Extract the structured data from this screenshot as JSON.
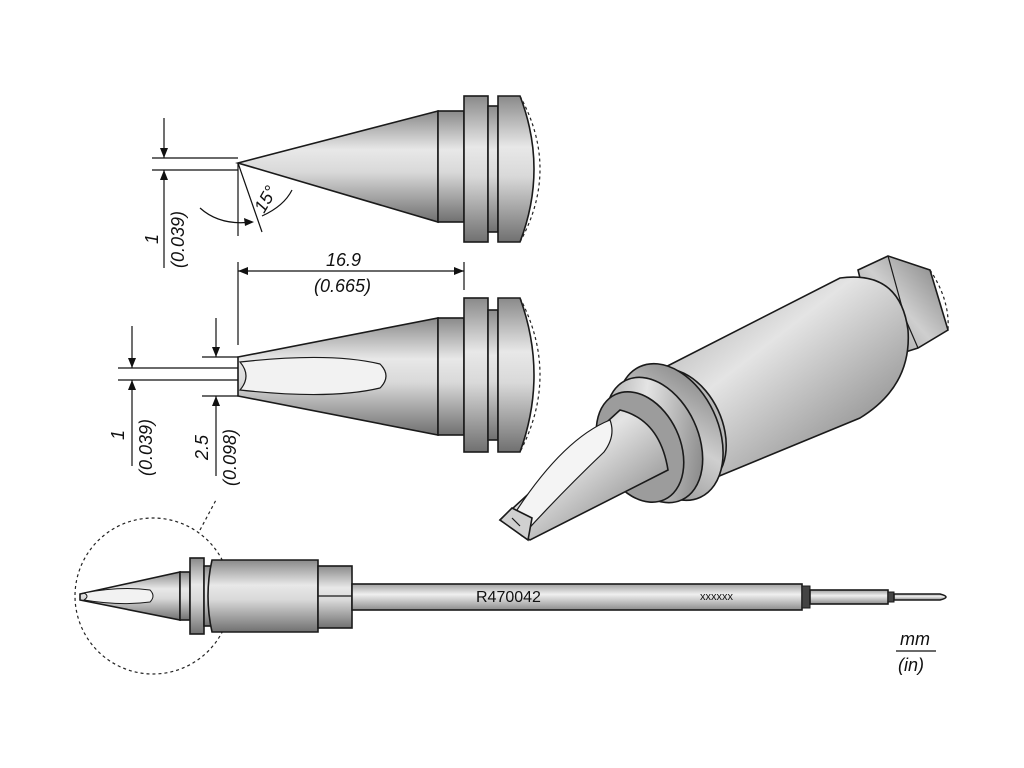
{
  "dimensions": {
    "top_tip_width_mm": "1",
    "top_tip_width_in": "(0.039)",
    "angle": "15°",
    "length_mm": "16.9",
    "length_in": "(0.665)",
    "tip_thickness_mm": "1",
    "tip_thickness_in": "(0.039)",
    "tip_width_mm": "2.5",
    "tip_width_in": "(0.098)"
  },
  "cartridge": {
    "part_number": "R470042",
    "serial_placeholder": "xxxxxx"
  },
  "units": {
    "primary": "mm",
    "secondary": "(in)"
  },
  "colors": {
    "metal_light": "#e6e6e6",
    "metal_mid": "#b5b5b5",
    "metal_dark": "#6f6f6f",
    "outline": "#1a1a1a"
  }
}
